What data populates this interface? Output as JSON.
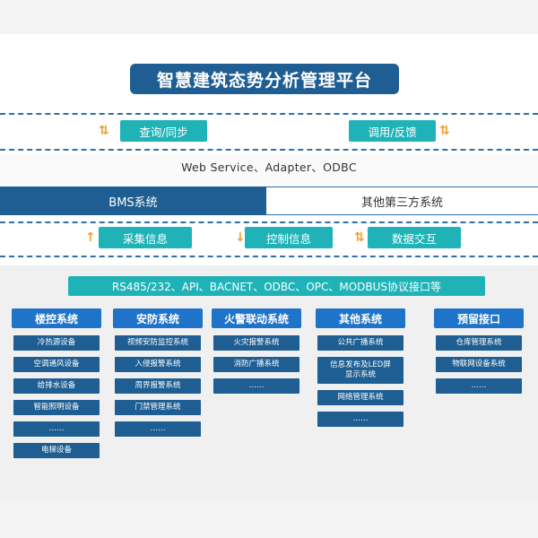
{
  "title": "智慧建筑态势分析管理平台",
  "top_buttons": {
    "left": "查询/同步",
    "right": "调用/反馈"
  },
  "interface_line": "Web Service、Adapter、ODBC",
  "systems_bar": {
    "left": "BMS系统",
    "right": "其他第三方系统"
  },
  "mid_buttons": {
    "collect": "采集信息",
    "control": "控制信息",
    "exchange": "数据交互"
  },
  "protocol": "RS485/232、API、BACNET、ODBC、OPC、MODBUS协议接口等",
  "columns": [
    {
      "header": "楼控系统",
      "items": [
        "冷热源设备",
        "空调通风设备",
        "给排水设备",
        "智能照明设备",
        "……",
        "电梯设备"
      ]
    },
    {
      "header": "安防系统",
      "items": [
        "视频安防监控系统",
        "入侵报警系统",
        "周界报警系统",
        "门禁管理系统",
        "……"
      ]
    },
    {
      "header": "火警联动系统",
      "items": [
        "火灾报警系统",
        "消防广播系统",
        "……"
      ]
    },
    {
      "header": "其他系统",
      "items": [
        "公共广播系统",
        "信息发布及LED屏显示系统",
        "网络管理系统",
        "……"
      ]
    },
    {
      "header": "预留接口",
      "items": [
        "仓库管理系统",
        "物联网设备系统",
        "……"
      ]
    }
  ],
  "colors": {
    "dark_blue": "#1e5e92",
    "mid_blue": "#1f73c9",
    "cyan": "#1fb3b8",
    "arrow_orange": "#f0a030"
  },
  "icons": {
    "up_down_arrows": "⇅",
    "up_arrow": "↑",
    "down_arrow": "↓"
  }
}
